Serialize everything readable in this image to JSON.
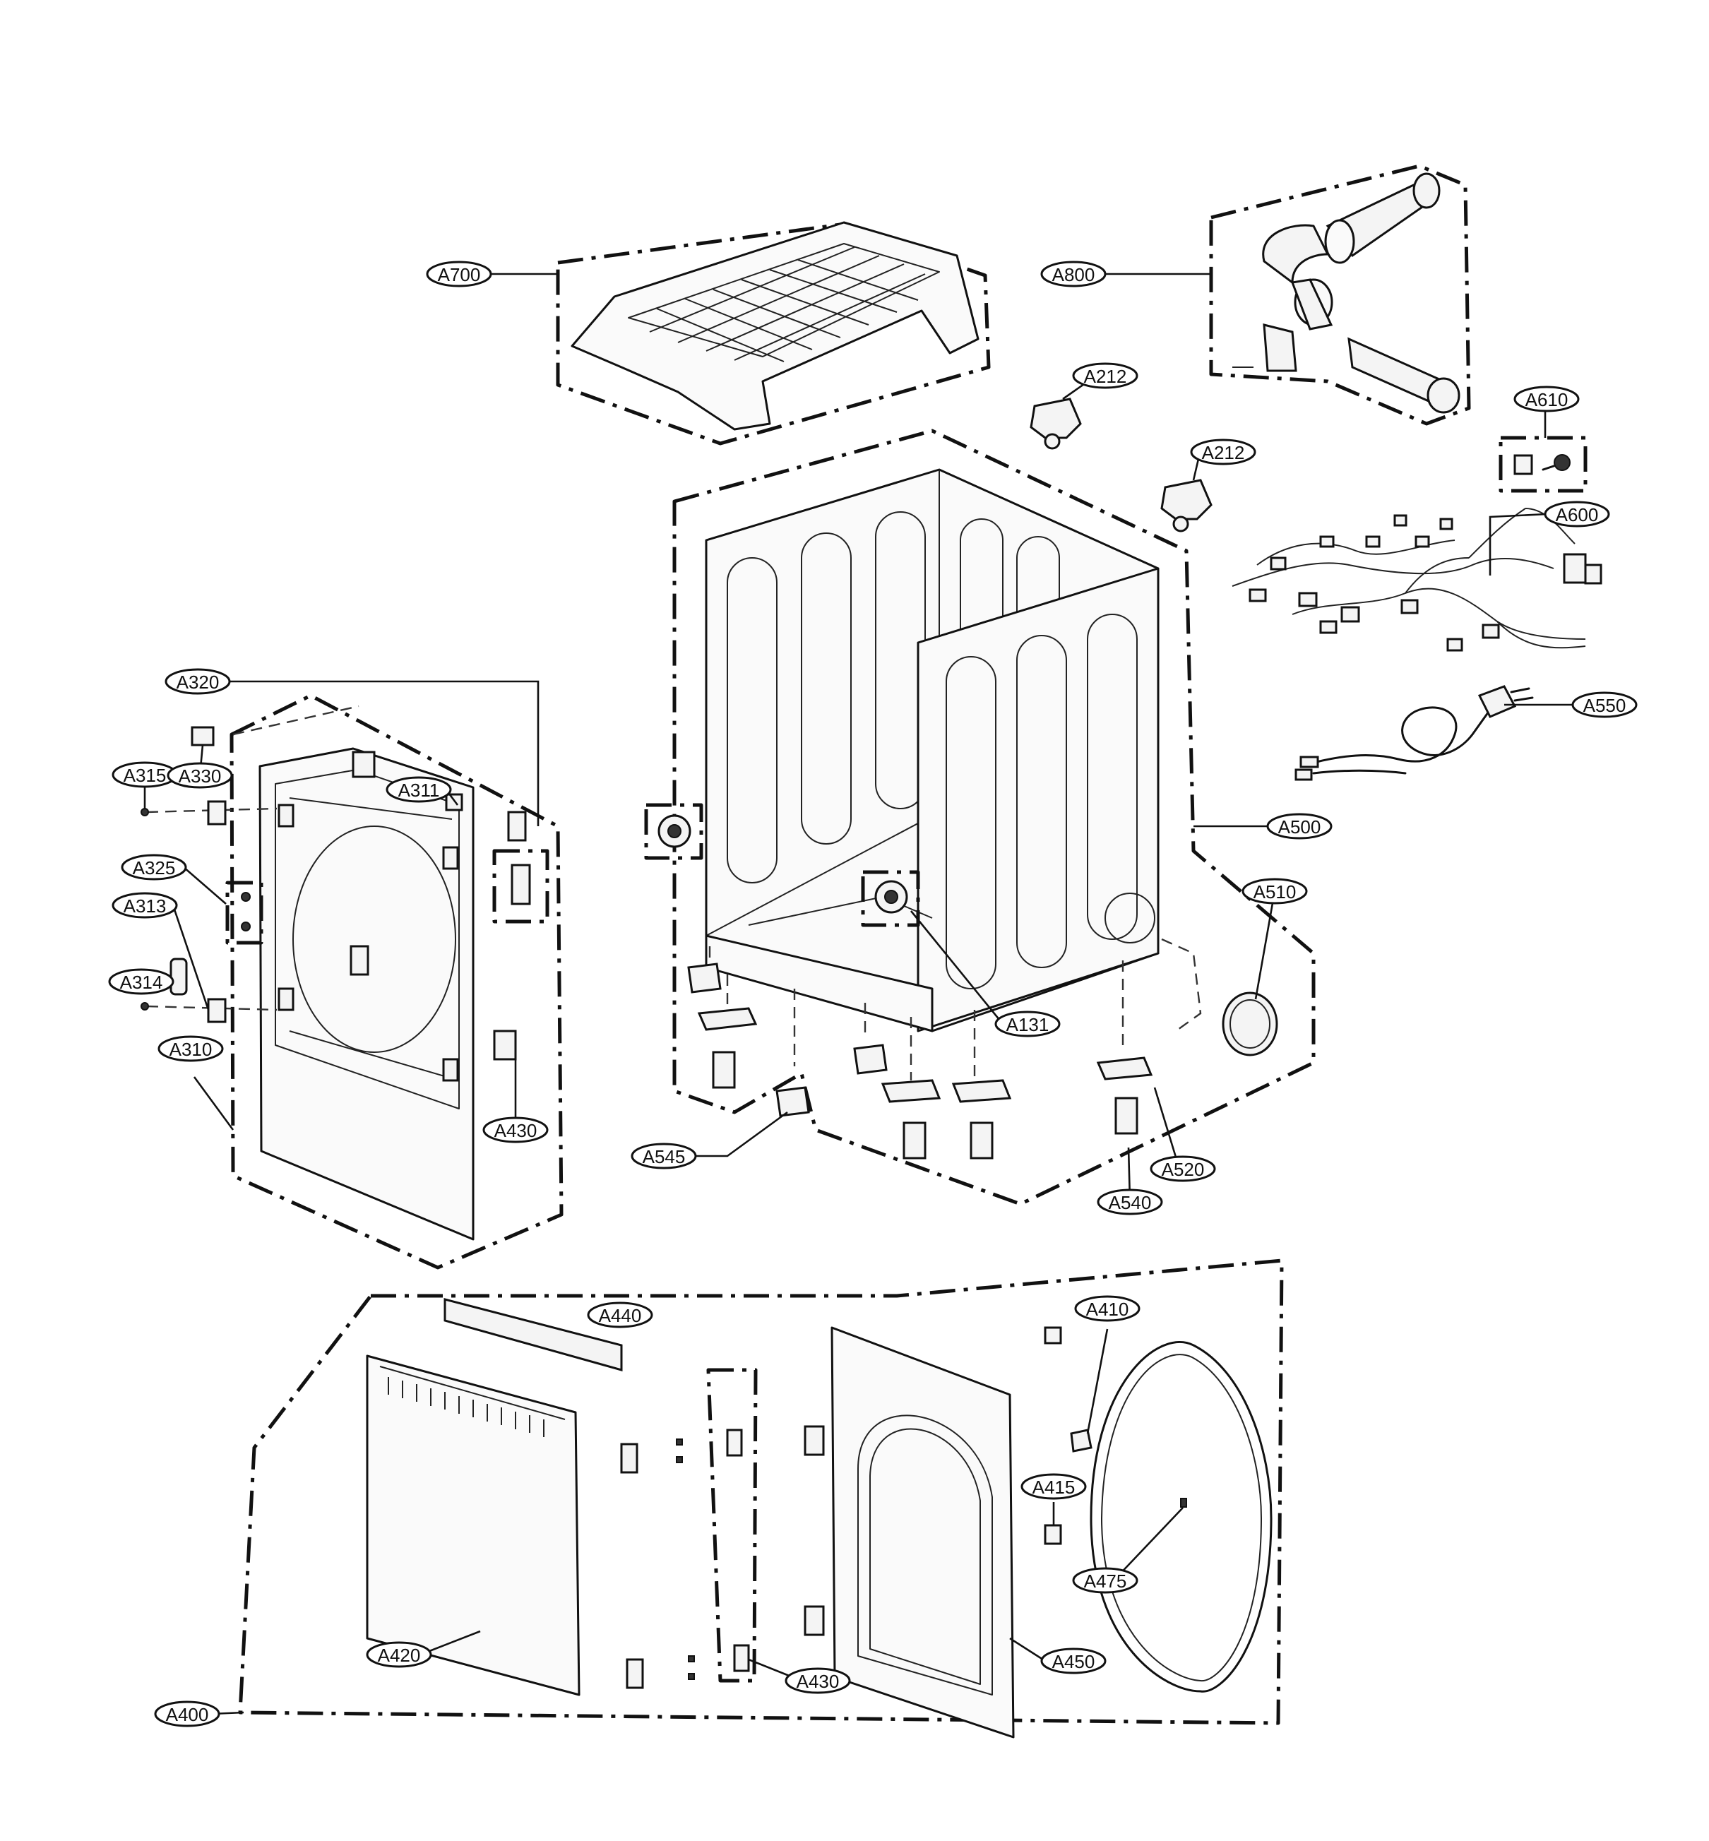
{
  "callouts": {
    "a700": "A700",
    "a800": "A800",
    "a212_top": "A212",
    "a212_mid": "A212",
    "a610": "A610",
    "a600": "A600",
    "a550": "A550",
    "a500": "A500",
    "a510": "A510",
    "a131": "A131",
    "a520": "A520",
    "a540": "A540",
    "a545": "A545",
    "a320": "A320",
    "a315": "A315",
    "a330": "A330",
    "a311": "A311",
    "a325": "A325",
    "a313": "A313",
    "a314": "A314",
    "a310": "A310",
    "a430_upper": "A430",
    "a440": "A440",
    "a410": "A410",
    "a415": "A415",
    "a475": "A475",
    "a420": "A420",
    "a430_lower": "A430",
    "a450": "A450",
    "a400": "A400"
  }
}
